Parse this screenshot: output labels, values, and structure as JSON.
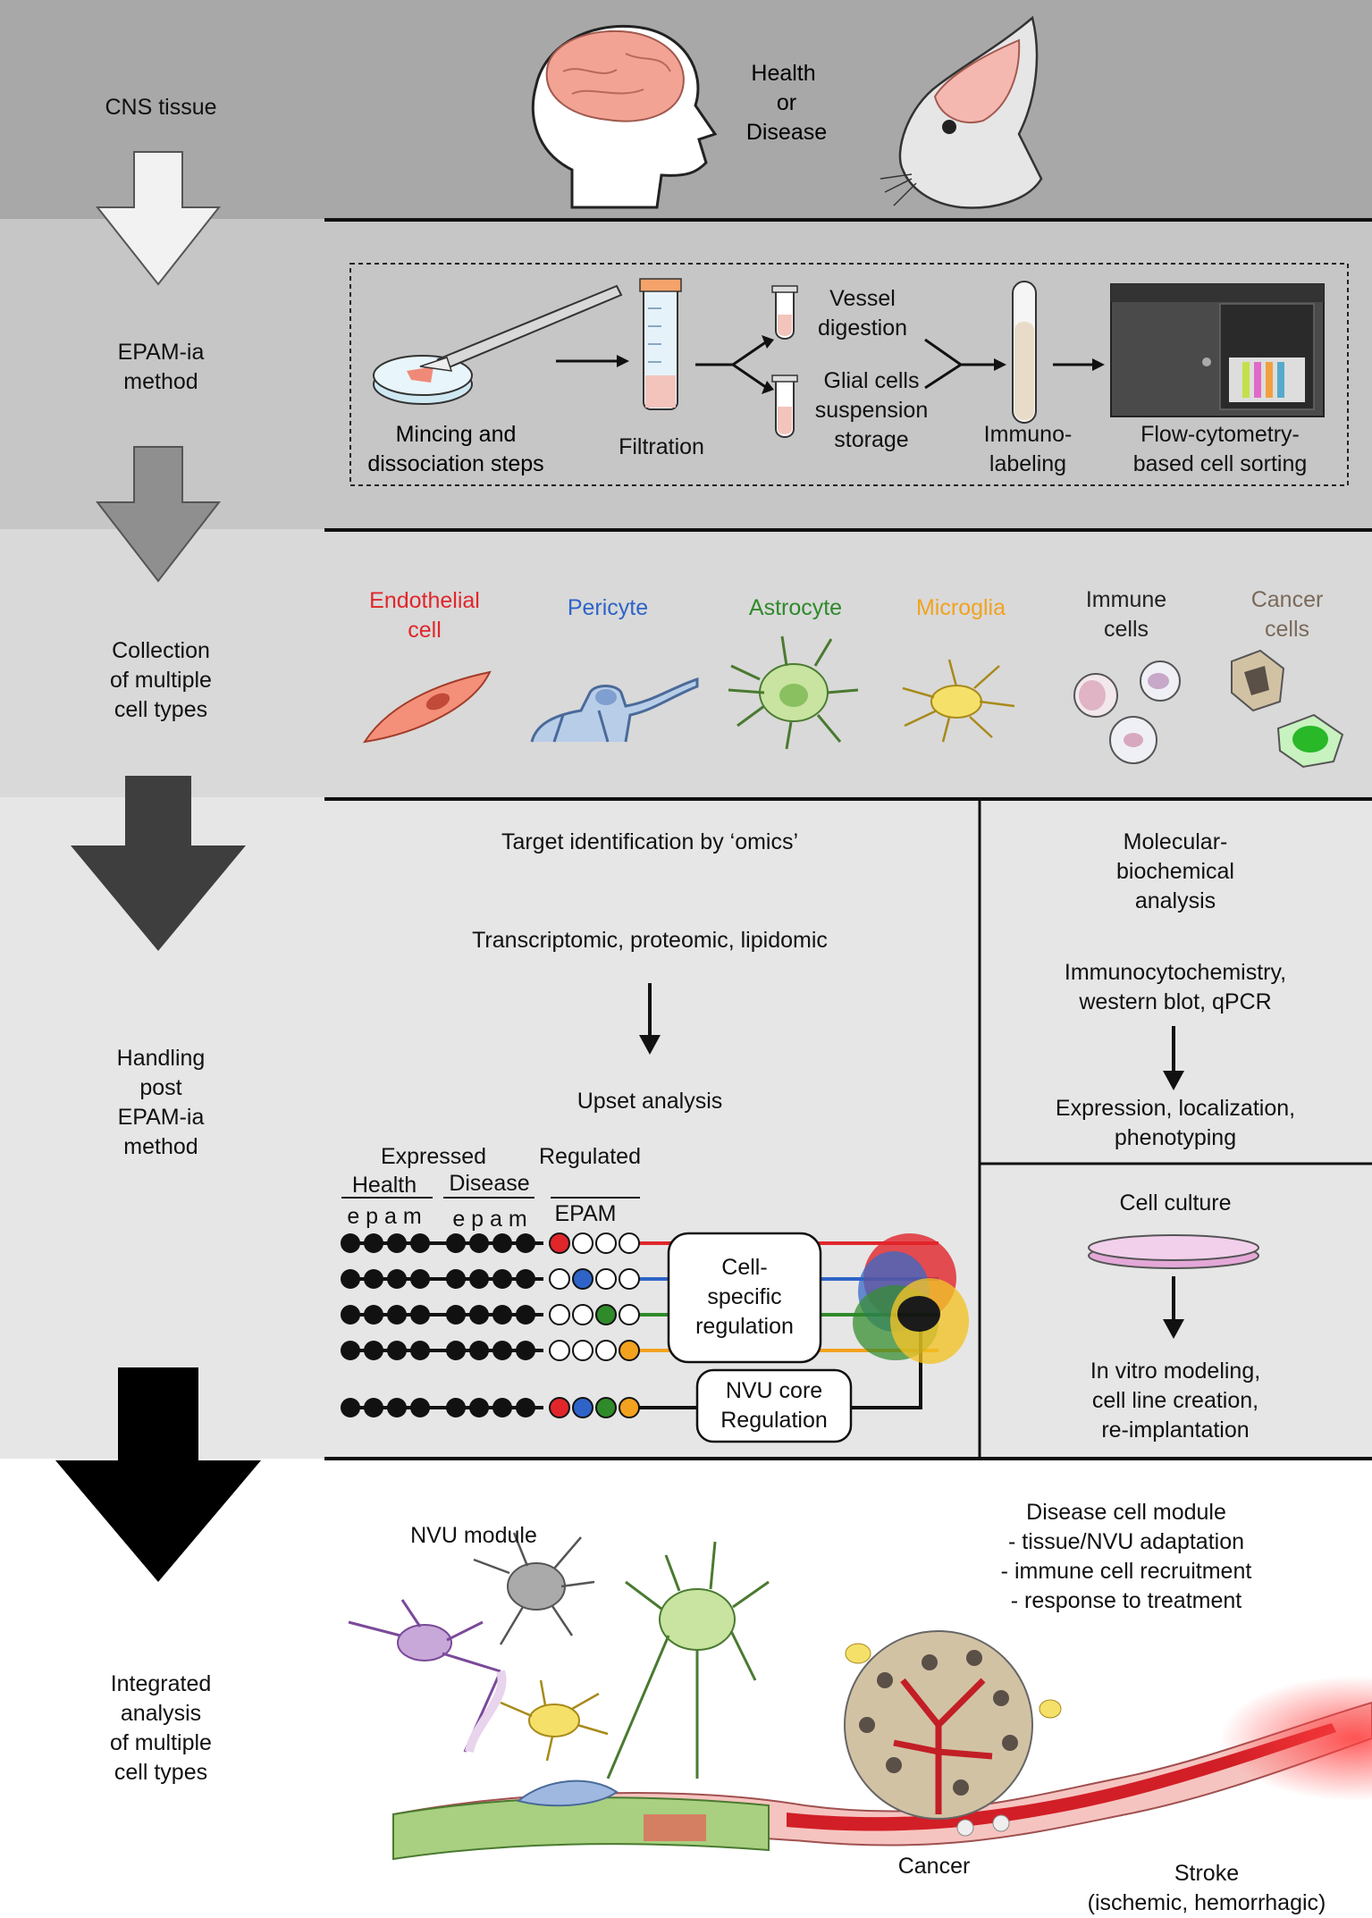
{
  "stages": {
    "cns": "CNS tissue",
    "epam": "EPAM-ia\nmethod",
    "collection": "Collection\nof multiple\ncell types",
    "handling": "Handling\npost\nEPAM-ia\nmethod",
    "integrated": "Integrated\nanalysis\nof multiple\ncell types"
  },
  "cns_row": {
    "condition": "Health\nor\nDisease"
  },
  "method_steps": {
    "mincing": "Mincing and\ndissociation steps",
    "filtration": "Filtration",
    "vessel": "Vessel\ndigestion",
    "glial": "Glial cells\nsuspension\nstorage",
    "immuno": "Immuno-\nlabeling",
    "flow": "Flow-cytometry-\nbased cell sorting"
  },
  "cell_types": [
    {
      "label": "Endothelial\ncell",
      "color": "#e0262b"
    },
    {
      "label": "Pericyte",
      "color": "#2e64c8"
    },
    {
      "label": "Astrocyte",
      "color": "#2f8a2a"
    },
    {
      "label": "Microglia",
      "color": "#f2a21f"
    },
    {
      "label": "Immune\ncells",
      "color": "#222222"
    },
    {
      "label": "Cancer\ncells",
      "color": "#7a6a5a"
    }
  ],
  "omics": {
    "title": "Target identification by ‘omics’",
    "types": "Transcriptomic, proteomic, lipidomic",
    "upset": "Upset analysis",
    "expressed": "Expressed",
    "regulated": "Regulated",
    "health": "Health",
    "disease": "Disease",
    "epam_letters_health": "e p a m",
    "epam_letters_disease": "e p a m",
    "epam_caps": "EPAM",
    "cell_specific": "Cell-\nspecific\nregulation",
    "nvu_core": "NVU core\nRegulation"
  },
  "molecular": {
    "title": "Molecular-\nbiochemical\nanalysis",
    "methods": "Immunocytochemistry,\nwestern blot, qPCR",
    "result": "Expression, localization,\nphenotyping"
  },
  "culture": {
    "title": "Cell culture",
    "result": "In vitro modeling,\ncell line creation,\nre-implantation"
  },
  "integrated_panel": {
    "nvu": "NVU module",
    "disease_title": "Disease cell module",
    "disease_items": "- tissue/NVU adaptation\n- immune cell recruitment\n- response to treatment",
    "cancer": "Cancer",
    "stroke": "Stroke\n(ischemic, hemorrhagic)"
  },
  "colors": {
    "band1": "#a8a8a8",
    "band2": "#c6c6c6",
    "band3": "#d9d9d9",
    "band4": "#e6e6e6",
    "endothelial": "#e0262b",
    "pericyte": "#2e64c8",
    "astrocyte": "#2f8a2a",
    "microglia": "#f2a21f"
  }
}
